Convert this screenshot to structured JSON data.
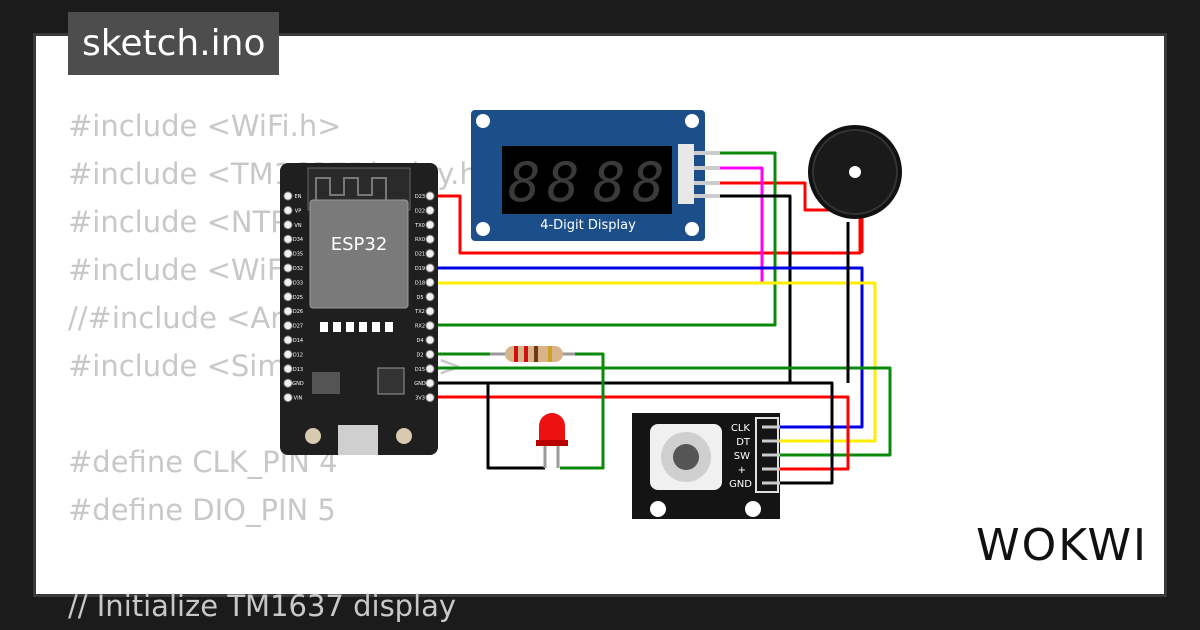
{
  "header": {
    "title": "sketch.ino"
  },
  "code": {
    "lines": [
      "#include <WiFi.h>",
      "#include <TM1637Display.h>",
      "#include <NTPClient.h>",
      "#include <WiFiUdp.h>",
      "//#include <Arduino.h>",
      "#include <SimpleTimer.h>",
      "",
      "#define CLK_PIN 4",
      "#define DIO_PIN 5",
      "",
      "// Initialize TM1637 display"
    ]
  },
  "components": {
    "esp32_label": "ESP32",
    "display_label": "4-Digit Display",
    "encoder_pins": [
      "CLK",
      "DT",
      "SW",
      "+",
      "GND"
    ],
    "esp_left_pins": [
      "EN",
      "VP",
      "VN",
      "D34",
      "D35",
      "D32",
      "D33",
      "D25",
      "D26",
      "D27",
      "D14",
      "D12",
      "D13",
      "GND",
      "VIN"
    ],
    "esp_right_pins": [
      "D23",
      "D22",
      "TX0",
      "RX0",
      "D21",
      "D19",
      "D18",
      "D5",
      "TX2",
      "RX2",
      "D4",
      "D2",
      "D15",
      "GND",
      "3V3"
    ]
  },
  "brand": {
    "logo": "WOKWI"
  },
  "colors": {
    "background": "#1b1b1b",
    "panel": "#ffffff",
    "wire_red": "#ff0000",
    "wire_green": "#0a8a0a",
    "wire_blue": "#0000e6",
    "wire_yellow": "#ffee00",
    "wire_magenta": "#ff00ff",
    "wire_black": "#000000",
    "display_board": "#1c4f8a",
    "esp_board": "#1f1f1f"
  }
}
